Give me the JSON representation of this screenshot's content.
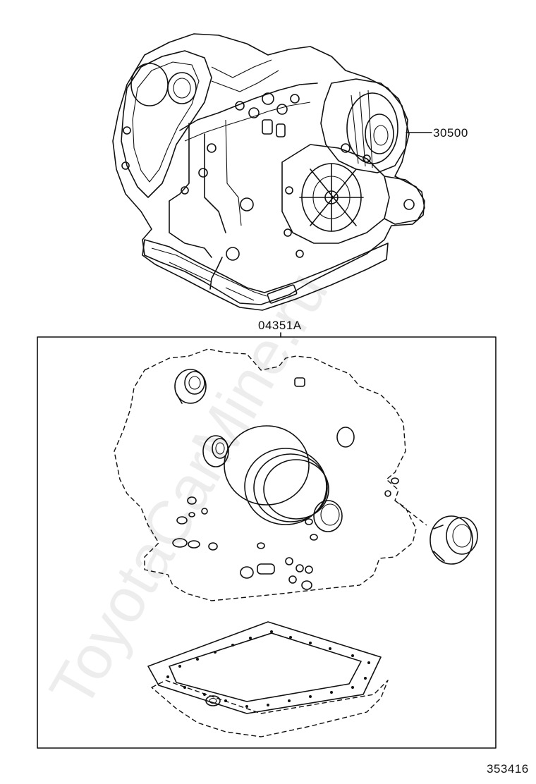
{
  "diagram": {
    "parts": {
      "transaxle": {
        "part_number": "30500"
      },
      "gasket_kit": {
        "part_number": "04351A"
      }
    },
    "illustration_id": "353416",
    "watermark": "ToyotaCarMine.ru"
  }
}
